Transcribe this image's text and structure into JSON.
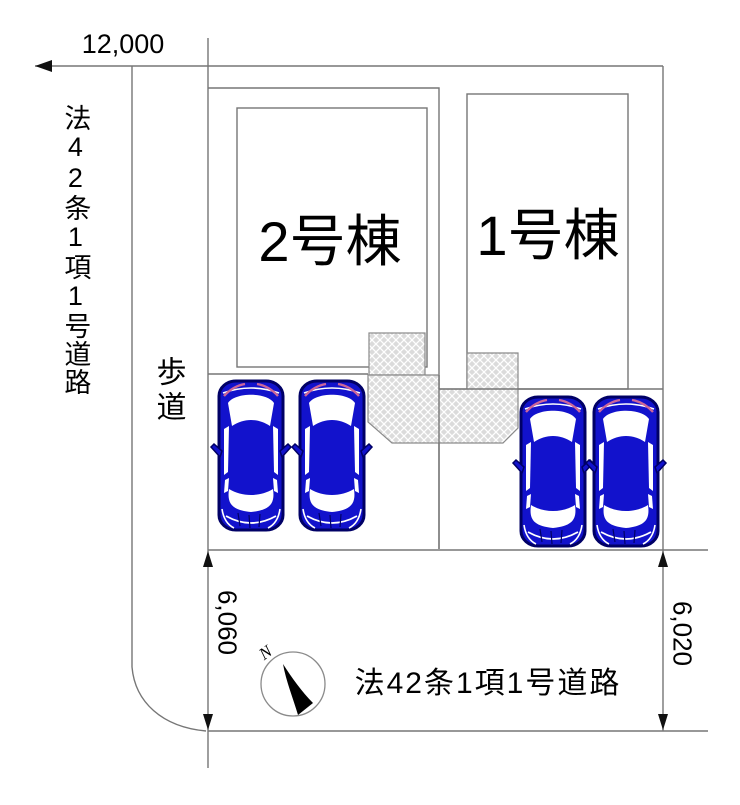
{
  "diagram": {
    "top_dimension": "12,000",
    "left_road_label": "法42条1項1号道路",
    "sidewalk_label": "歩道",
    "buildings": [
      {
        "label": "2号棟"
      },
      {
        "label": "1号棟"
      }
    ],
    "left_depth_dimension": "6,060",
    "right_depth_dimension": "6,020",
    "bottom_road_label": "法42条1項1号道路",
    "compass_north_label": "N",
    "parking": {
      "car_count": 4,
      "cars_left_lot": 2,
      "cars_right_lot": 2
    },
    "colors": {
      "car_body": "#1212cc",
      "car_outline": "#000066",
      "car_accent": "#cc6699",
      "line": "#767676",
      "hatch_fill": "#dbdbdb",
      "text": "#000000"
    }
  }
}
